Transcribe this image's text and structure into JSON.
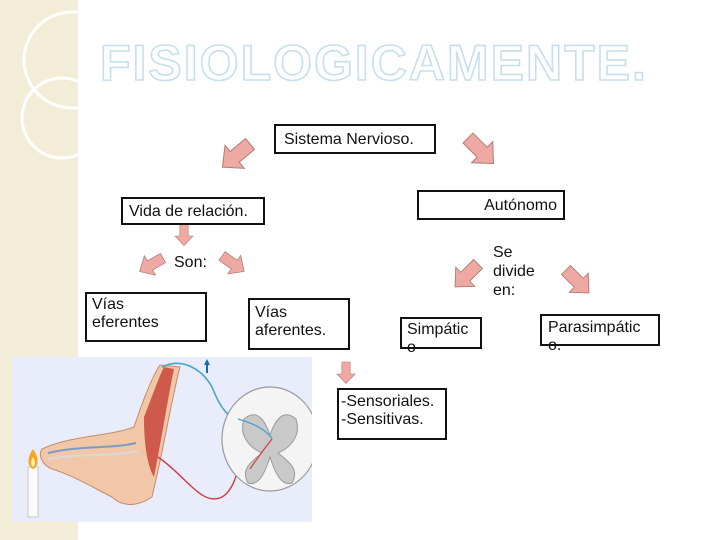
{
  "title": "FISIOLOGICAMENTE.",
  "nodes": {
    "sistema": "Sistema Nervioso.",
    "vida": "Vida de relación.",
    "autonomo": "Autónomo",
    "son": "Son:",
    "se_divide": "Se divide en:",
    "eferentes": "Vías eferentes",
    "aferentes": "Vías aferentes.",
    "simpatico": "Simpático",
    "parasimpatico": "Parasimpático.",
    "sensoriales": "-Sensoriales.",
    "sensitivas": "-Sensitivas."
  },
  "colors": {
    "arrow_fill": "#efa9a3",
    "arrow_stroke": "#b07a76",
    "title_outline": "#c7dfea",
    "sidebar": "#f3ecd6"
  }
}
